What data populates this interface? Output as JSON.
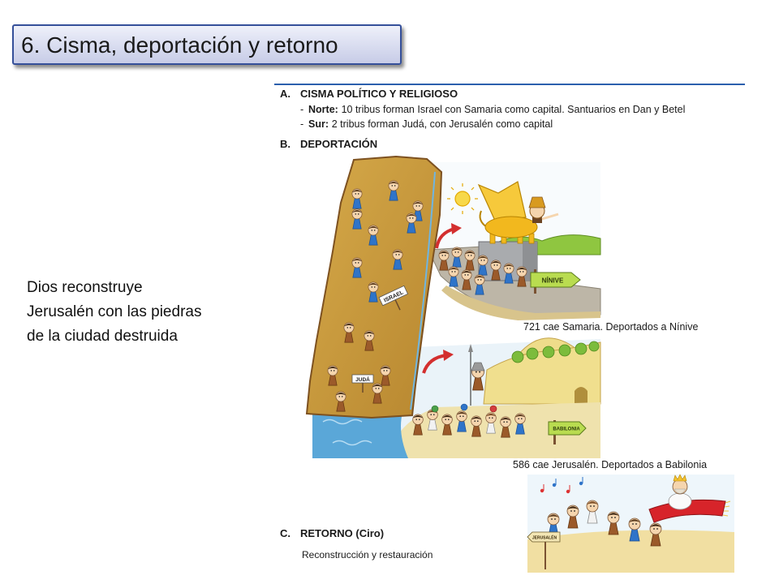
{
  "slide": {
    "title": "6. Cisma, deportación y retorno",
    "side_text_lines": [
      "Dios reconstruye",
      "Jerusalén con las piedras",
      "de la ciudad destruida"
    ]
  },
  "figure": {
    "section_a": {
      "letter": "A.",
      "heading": "CISMA POLÍTICO Y RELIGIOSO",
      "items": [
        {
          "bullet": "-",
          "label": "Norte:",
          "text": "10 tribus forman Israel con Samaria como capital. Santuarios en Dan y Betel"
        },
        {
          "bullet": "-",
          "label": "Sur:",
          "text": "2 tribus forman Judá, con Jerusalén como capital"
        }
      ]
    },
    "section_b": {
      "letter": "B.",
      "heading": "DEPORTACIÓN",
      "caption_samaria": "721 cae Samaria. Deportados a Nínive",
      "caption_jerusalen": "586 cae Jerusalén. Deportados a Babilonia"
    },
    "section_c": {
      "letter": "C.",
      "heading": "RETORNO (Ciro)",
      "text": "Reconstrucción y restauración"
    },
    "illustration_labels": {
      "map_israel": "ISRAEL",
      "map_juda": "JUDÁ",
      "sign_ninive": "NÍNIVE",
      "sign_babilonia": "BABILONIA",
      "sign_jerusalen": "JERUSALÉN"
    }
  },
  "colors": {
    "title_border": "#35509a",
    "title_fill_top": "#eef0fa",
    "title_fill_bottom": "#c7cce7",
    "rule_line": "#2b5fad",
    "text": "#1a1a1a"
  }
}
